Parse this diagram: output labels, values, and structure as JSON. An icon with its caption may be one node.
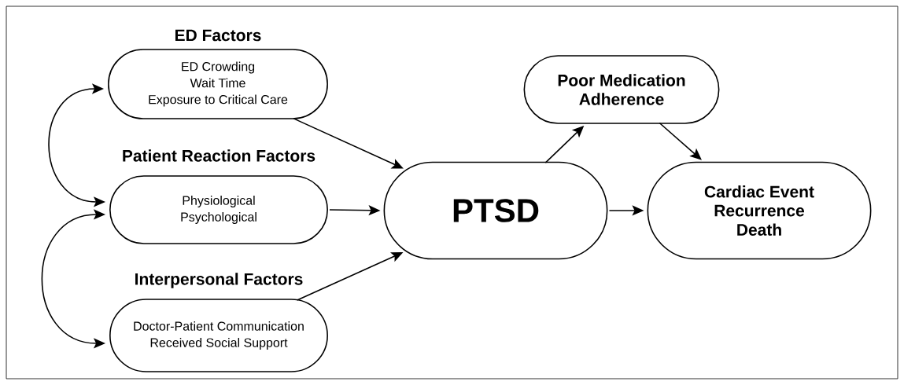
{
  "diagram": {
    "nodes": [
      {
        "text": [
          "ED Factors",
          "ED Crowding",
          "Wait Time",
          "Exposure to Critical Care"
        ]
      },
      {
        "text": [
          "Patient Reaction Factors",
          "Physiological",
          "Psychological"
        ]
      },
      {
        "text": [
          "Interpersonal Factors",
          "Doctor-Patient Communication",
          "Received Social Support"
        ]
      },
      {
        "text": [
          "PTSD"
        ]
      },
      {
        "text": [
          "Poor Medication Adherence"
        ]
      },
      {
        "text": [
          "Cardiac Event Recurrence",
          "Death"
        ]
      }
    ],
    "edges": [
      {
        "from": 0,
        "to": 1,
        "arrow": "both"
      },
      {
        "from": 1,
        "to": 2,
        "arrow": "both"
      },
      {
        "from": 0,
        "to": 3,
        "arrow": "to"
      },
      {
        "from": 1,
        "to": 3,
        "arrow": "to"
      },
      {
        "from": 2,
        "to": 3,
        "arrow": "to"
      },
      {
        "from": 3,
        "to": 4,
        "arrow": "to"
      },
      {
        "from": 4,
        "to": 5,
        "arrow": "to"
      },
      {
        "from": 3,
        "to": 5,
        "arrow": "to"
      }
    ]
  }
}
